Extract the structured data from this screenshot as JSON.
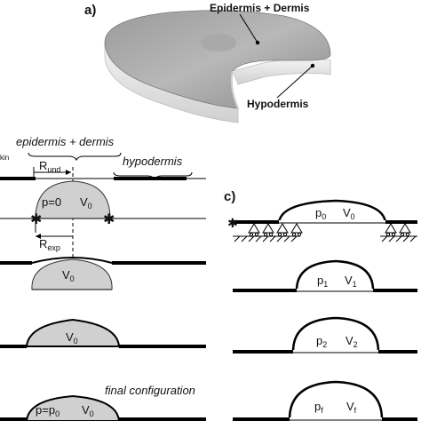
{
  "panel_a": {
    "label": "a)",
    "epidermis_dermis": "Epidermis + Dermis",
    "hypodermis": "Hypodermis"
  },
  "panel_b": {
    "skin_fragment": "kin",
    "epidermis_dermis": "epidermis + dermis",
    "hypodermis": "hypodermis",
    "r_und": {
      "base": "R",
      "sub": "und"
    },
    "r_exp": {
      "base": "R",
      "sub": "exp"
    },
    "state1": {
      "p": "p=0",
      "v_base": "V",
      "v_sub": "0"
    },
    "state3": {
      "v_base": "V",
      "v_sub": "0"
    },
    "state4": {
      "v_base": "V",
      "v_sub": "0"
    },
    "final_caption": "final configuration",
    "state5": {
      "p_base": "p=p",
      "p_sub": "0",
      "v_base": "V",
      "v_sub": "0"
    }
  },
  "panel_c": {
    "label": "c)",
    "states": [
      {
        "p_base": "p",
        "p_sub": "0",
        "v_base": "V",
        "v_sub": "0"
      },
      {
        "p_base": "p",
        "p_sub": "1",
        "v_base": "V",
        "v_sub": "1"
      },
      {
        "p_base": "p",
        "p_sub": "2",
        "v_base": "V",
        "v_sub": "2"
      },
      {
        "p_base": "p",
        "p_sub": "f",
        "v_base": "V",
        "v_sub": "f"
      }
    ]
  }
}
